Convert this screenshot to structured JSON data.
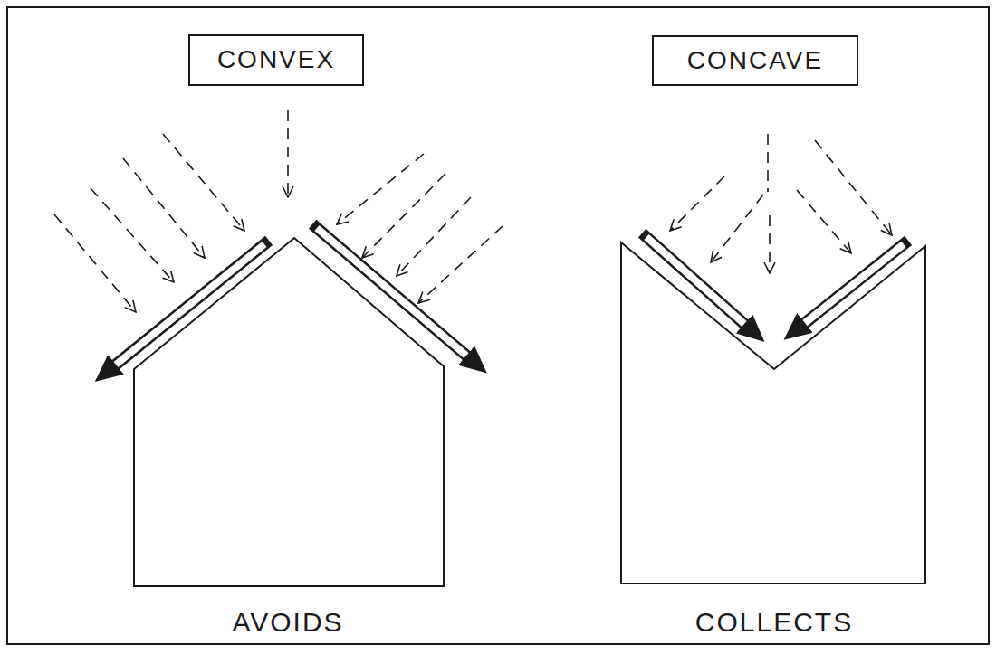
{
  "diagram": {
    "nodes": [
      {
        "text": [
          "CONVEX"
        ]
      },
      {
        "text": [
          "CONCAVE"
        ]
      }
    ],
    "labels": [
      "AVOIDS",
      "COLLECTS"
    ]
  }
}
